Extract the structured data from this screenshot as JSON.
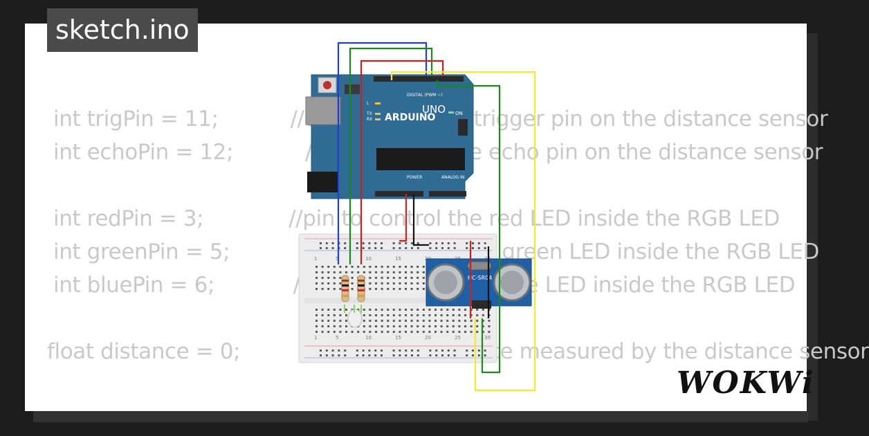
{
  "window": {
    "title": "sketch.ino"
  },
  "code": {
    "lines": [
      "int trigPin = 11;           //connects to the trigger pin on the distance sensor",
      "int echoPin = 12;           //connects to the echo pin on the distance sensor",
      "int redPin = 3;             //pin to control the red LED inside the RGB LED",
      "int greenPin = 5;           //pin to control the green LED inside the RGB LED",
      "int bluePin = 6;            //pin to control the blue LED inside the RGB LED",
      "float distance = 0;         //stores the distance measured by the distance sensor"
    ]
  },
  "board": {
    "brand": "ARDUINO",
    "model": "UNO",
    "digital_label": "DIGITAL (PWM ~)",
    "power_label": "POWER",
    "analog_label": "ANALOG IN",
    "on_label": "ON",
    "tx_label": "TX",
    "rx_label": "RX",
    "l_label": "L"
  },
  "sensor": {
    "label": "HC-SR04"
  },
  "breadboard": {
    "col_numbers": [
      "1",
      "5",
      "10",
      "15",
      "20",
      "25",
      "30"
    ]
  },
  "logo": {
    "text": "WOKWi"
  },
  "colors": {
    "code_text": "#c9c9c9",
    "board_blue": "#2f6b93",
    "wire_blue": "#1f3fd1",
    "wire_green": "#1a8a1a",
    "wire_red": "#d01f1f",
    "wire_yellow": "#f2ea2a",
    "wire_black": "#111111"
  }
}
